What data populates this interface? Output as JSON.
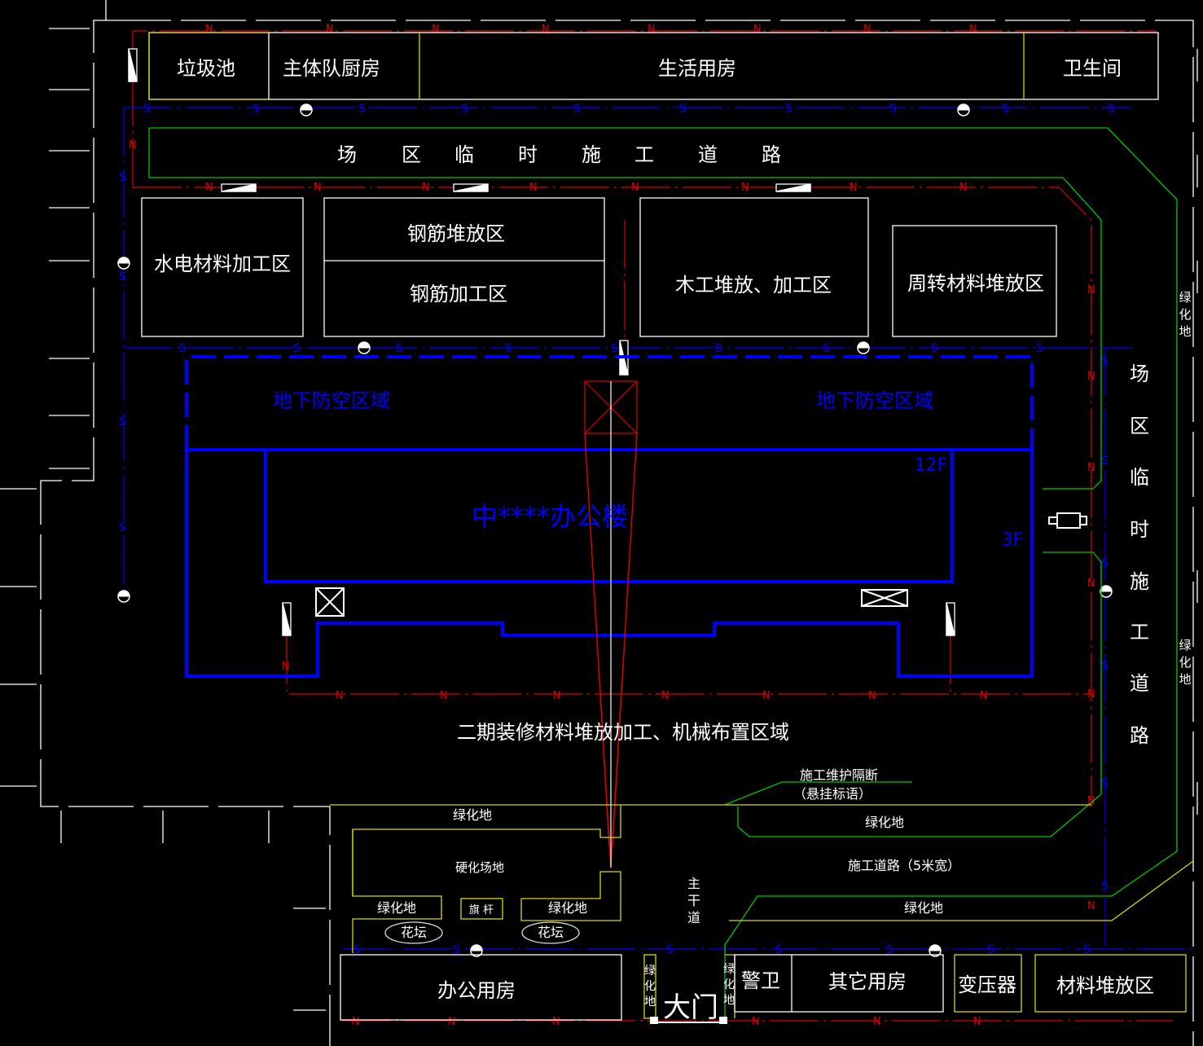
{
  "top_buildings": {
    "garbage": "垃圾池",
    "kitchen": "主体队厨房",
    "living": "生活用房",
    "toilet": "卫生间"
  },
  "road_top": [
    "场",
    "区",
    "临",
    "时",
    "施",
    "工",
    "道",
    "路"
  ],
  "road_right": [
    "场",
    "区",
    "临",
    "时",
    "施",
    "工",
    "道",
    "路"
  ],
  "areas": {
    "hydro": "水电材料加工区",
    "rebar_store": "钢筋堆放区",
    "rebar_process": "钢筋加工区",
    "wood": "木工堆放、加工区",
    "turnover": "周转材料堆放区",
    "air_raid_left": "地下防空区域",
    "air_raid_right": "地下防空区域",
    "building": "中****办公楼",
    "floor_12": "12F",
    "floor_3": "3F",
    "phase2": "二期装修材料堆放加工、机械布置区域"
  },
  "green_right_1": [
    "绿",
    "化",
    "地"
  ],
  "green_right_2": [
    "绿",
    "化",
    "地"
  ],
  "bottom": {
    "fence": "施工维护隔断",
    "fence_note": "（悬挂标语）",
    "green_a": "绿化地",
    "green_b": "绿化地",
    "hard": "硬化场地",
    "road5": "施工道路（5米宽）",
    "main_road": [
      "主",
      "干",
      "道"
    ],
    "green_c": "绿化地",
    "flagpole": "旗 杆",
    "green_d": "绿化地",
    "green_e": "绿化地",
    "flower1": "花坛",
    "flower2": "花坛",
    "office": "办公用房",
    "green_v1": [
      "绿",
      "化",
      "地"
    ],
    "green_v2": [
      "绿",
      "化",
      "地"
    ],
    "gate": "大门",
    "guard": "警卫",
    "other": "其它用房",
    "transformer": "变压器",
    "material": "材料堆放区"
  },
  "line_labels": {
    "n": "N",
    "s": "S"
  }
}
